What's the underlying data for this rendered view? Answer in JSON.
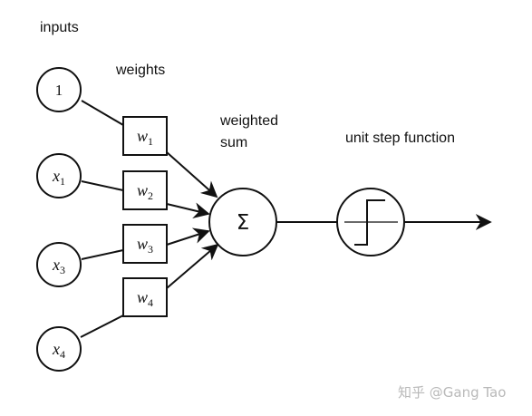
{
  "labels": {
    "inputs": "inputs",
    "weights": "weights",
    "weighted": "weighted",
    "sum": "sum",
    "unit_step": "unit step function"
  },
  "inputs": [
    {
      "text": "1",
      "base": "1",
      "sub": ""
    },
    {
      "text": "x1",
      "base": "x",
      "sub": "1"
    },
    {
      "text": "x3",
      "base": "x",
      "sub": "3"
    },
    {
      "text": "x4",
      "base": "x",
      "sub": "4"
    }
  ],
  "weights": [
    {
      "base": "w",
      "sub": "1"
    },
    {
      "base": "w",
      "sub": "2"
    },
    {
      "base": "w",
      "sub": "3"
    },
    {
      "base": "w",
      "sub": "4"
    }
  ],
  "sum_symbol": "Σ",
  "watermark": "知乎 @Gang Tao"
}
